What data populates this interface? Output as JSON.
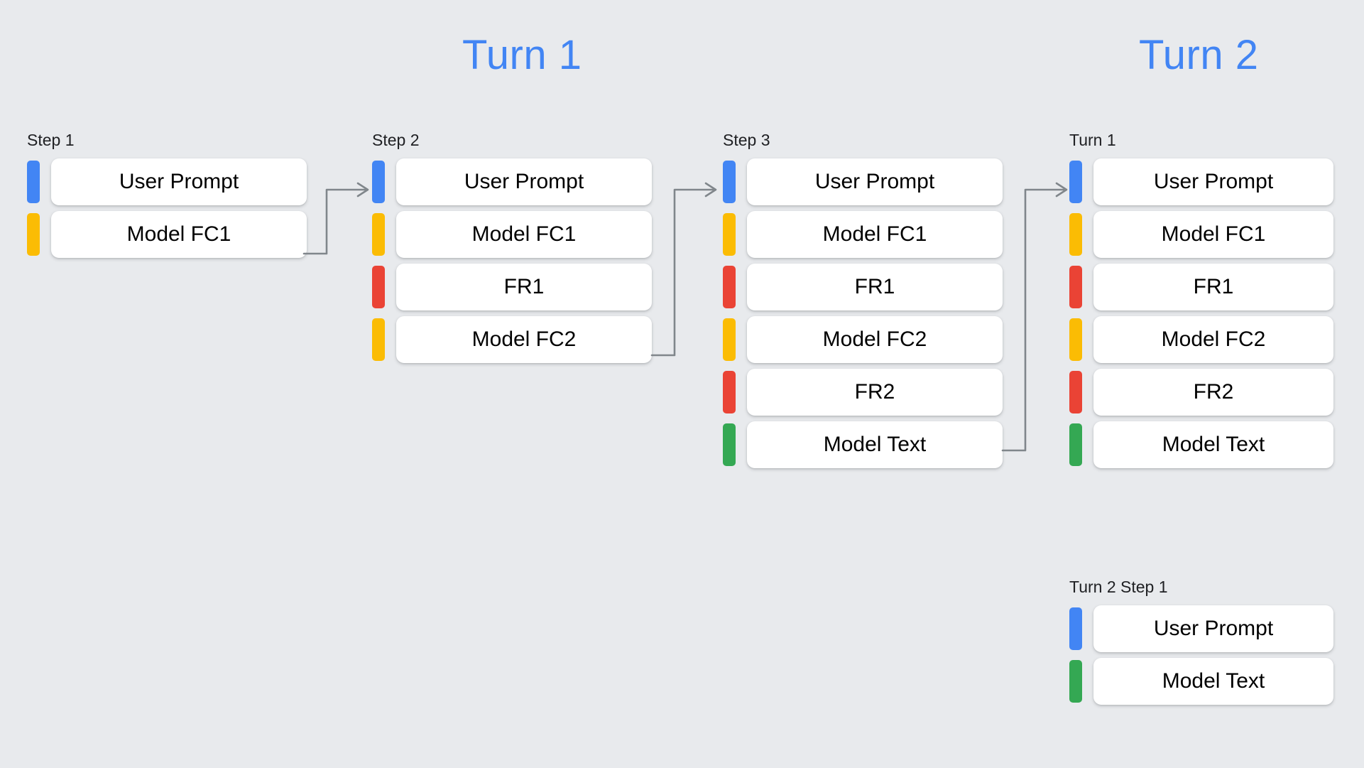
{
  "background_color": "#e8eaed",
  "palette": {
    "blue": "#4285f4",
    "yellow": "#fbbc04",
    "red": "#ea4335",
    "green": "#34a853",
    "connector": "#80868b",
    "card": "#ffffff",
    "text": "#000000"
  },
  "banners": [
    {
      "label": "Turn 1"
    },
    {
      "label": "Turn 2"
    }
  ],
  "columns": [
    {
      "label": "Step 1",
      "rows": [
        {
          "color": "blue",
          "label": "User Prompt"
        },
        {
          "color": "yellow",
          "label": "Model FC1"
        }
      ]
    },
    {
      "label": "Step 2",
      "rows": [
        {
          "color": "blue",
          "label": "User Prompt"
        },
        {
          "color": "yellow",
          "label": "Model FC1"
        },
        {
          "color": "red",
          "label": "FR1"
        },
        {
          "color": "yellow",
          "label": "Model FC2"
        }
      ]
    },
    {
      "label": "Step 3",
      "rows": [
        {
          "color": "blue",
          "label": "User Prompt"
        },
        {
          "color": "yellow",
          "label": "Model FC1"
        },
        {
          "color": "red",
          "label": "FR1"
        },
        {
          "color": "yellow",
          "label": "Model FC2"
        },
        {
          "color": "red",
          "label": "FR2"
        },
        {
          "color": "green",
          "label": "Model Text"
        }
      ]
    },
    {
      "label": "Turn 1",
      "rows": [
        {
          "color": "blue",
          "label": "User Prompt"
        },
        {
          "color": "yellow",
          "label": "Model FC1"
        },
        {
          "color": "red",
          "label": "FR1"
        },
        {
          "color": "yellow",
          "label": "Model FC2"
        },
        {
          "color": "red",
          "label": "FR2"
        },
        {
          "color": "green",
          "label": "Model Text"
        }
      ]
    },
    {
      "label": "Turn 2 Step 1",
      "rows": [
        {
          "color": "blue",
          "label": "User Prompt"
        },
        {
          "color": "green",
          "label": "Model Text"
        }
      ]
    }
  ],
  "connectors": [
    {
      "name": "step1-to-step2"
    },
    {
      "name": "step2-to-step3"
    },
    {
      "name": "step3-to-turn2"
    }
  ]
}
